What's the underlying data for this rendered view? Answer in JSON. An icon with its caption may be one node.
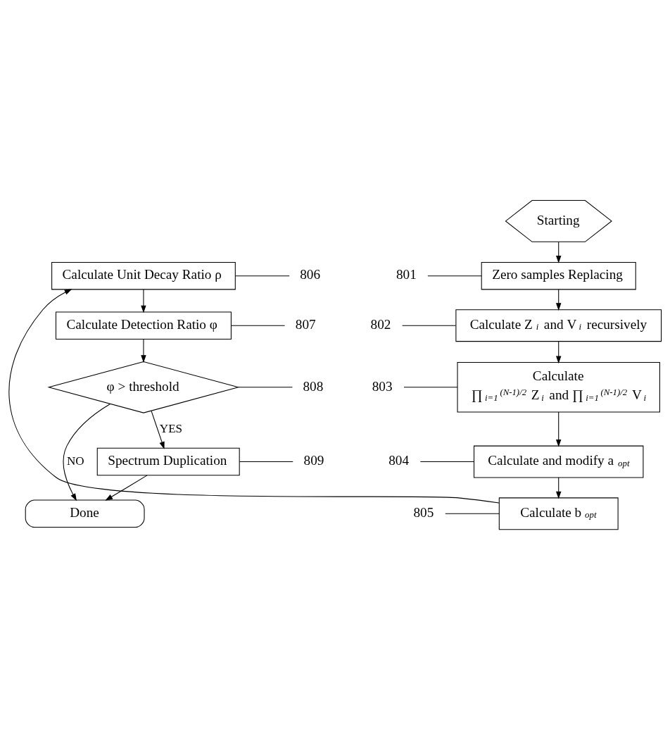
{
  "diagram": {
    "nodes": [
      {
        "text": [
          "Starting"
        ]
      },
      {
        "text": [
          "Zero samples Replacing"
        ]
      },
      {
        "text": [
          "Calculate Z$_{i}$ and V$_{i}$ recursively"
        ]
      },
      {
        "text": [
          "Calculate",
          "∏$_{i=1}$$^{(N-1)/2}$ Z$_{i}$ and ∏$_{i=1}$$^{(N-1)/2}$ V$_{i}$"
        ]
      },
      {
        "text": [
          "Calculate and modify a$_{opt}$"
        ]
      },
      {
        "text": [
          "Calculate b$_{opt}$"
        ]
      },
      {
        "text": [
          "Calculate Unit Decay Ratio ρ"
        ]
      },
      {
        "text": [
          "Calculate Detection Ratio φ"
        ]
      },
      {
        "text": [
          "φ > threshold"
        ]
      },
      {
        "text": [
          "Spectrum Duplication"
        ]
      },
      {
        "text": [
          "Done"
        ]
      },
      {
        "text": [
          "801"
        ]
      },
      {
        "text": [
          "802"
        ]
      },
      {
        "text": [
          "803"
        ]
      },
      {
        "text": [
          "804"
        ]
      },
      {
        "text": [
          "805"
        ]
      },
      {
        "text": [
          "806"
        ]
      },
      {
        "text": [
          "807"
        ]
      },
      {
        "text": [
          "808"
        ]
      },
      {
        "text": [
          "809"
        ]
      }
    ],
    "edges": [
      {
        "from": 0,
        "to": 1,
        "arrow": "to"
      },
      {
        "from": 1,
        "to": 2,
        "arrow": "to"
      },
      {
        "from": 2,
        "to": 3,
        "arrow": "to"
      },
      {
        "from": 3,
        "to": 4,
        "arrow": "to"
      },
      {
        "from": 4,
        "to": 5,
        "arrow": "to"
      },
      {
        "from": 5,
        "to": 6,
        "arrow": "to"
      },
      {
        "from": 6,
        "to": 7,
        "arrow": "to"
      },
      {
        "from": 7,
        "to": 8,
        "arrow": "to"
      },
      {
        "from": 8,
        "to": 9,
        "arrow": "to",
        "label": "YES"
      },
      {
        "from": 8,
        "to": 10,
        "arrow": "to",
        "label": "NO"
      },
      {
        "from": 9,
        "to": 10,
        "arrow": "to"
      },
      {
        "from": 11,
        "to": 1,
        "arrow": "none"
      },
      {
        "from": 12,
        "to": 2,
        "arrow": "none"
      },
      {
        "from": 13,
        "to": 3,
        "arrow": "none"
      },
      {
        "from": 14,
        "to": 4,
        "arrow": "none"
      },
      {
        "from": 15,
        "to": 5,
        "arrow": "none"
      },
      {
        "from": 16,
        "to": 6,
        "arrow": "none"
      },
      {
        "from": 17,
        "to": 7,
        "arrow": "none"
      },
      {
        "from": 18,
        "to": 8,
        "arrow": "none"
      },
      {
        "from": 19,
        "to": 9,
        "arrow": "none"
      }
    ]
  }
}
